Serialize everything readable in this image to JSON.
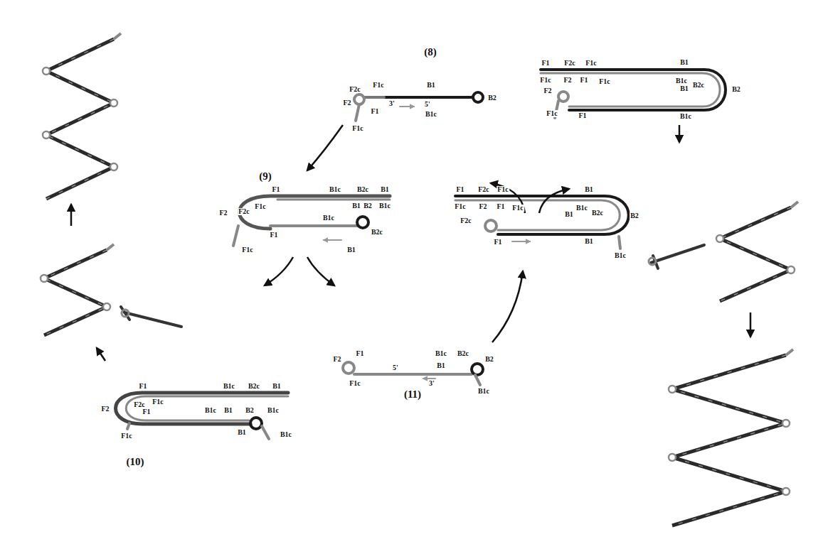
{
  "diagram": {
    "labels": [
      "(8)",
      "F2c",
      "F1c",
      "B1",
      "F2",
      "F1",
      "3'",
      "5'",
      "B2",
      "B1c",
      "F1c",
      "F1",
      "F2c",
      "F1c",
      "B1",
      "F1c",
      "F2",
      "F1",
      "F1c",
      "B1c",
      "B1",
      "B2c",
      "B2",
      "F2",
      "F1c",
      "F1",
      "B1c",
      "(9)",
      "F1",
      "B1c",
      "B2c",
      "B1",
      "F2",
      "F2c",
      "F1c",
      "B1",
      "B2",
      "B1c",
      "B1c",
      "B2c",
      "F1",
      "B1",
      "F1c",
      "F1",
      "F2c",
      "F1c",
      "B1",
      "F1c",
      "F2",
      "F1",
      "F1c",
      "B1c",
      "B1",
      "B2c",
      "B2",
      "F2c",
      "F1",
      "B1",
      "B1c",
      "F1",
      "B1c",
      "B2c",
      "B1",
      "F2",
      "F2c",
      "F1c",
      "F1",
      "B1c",
      "B1",
      "B2",
      "B1c",
      "F1c",
      "B1",
      "B1c",
      "(10)",
      "F1",
      "B1c",
      "B2c",
      "F2",
      "5'",
      "B2",
      "F1c",
      "3'",
      "B1",
      "B1c",
      "(11)"
    ]
  }
}
